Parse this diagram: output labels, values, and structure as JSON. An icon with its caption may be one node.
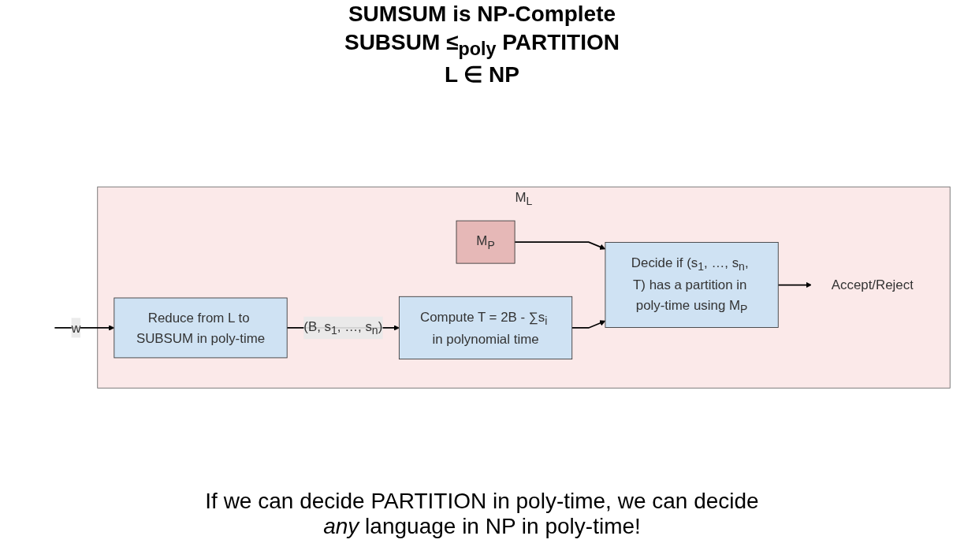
{
  "diagram": {
    "title": "SUMSUM is NP-Complete",
    "nodes": [
      {
        "text": [
          "M$_{L}$"
        ]
      },
      {
        "text": [
          "Reduce from L to SUBSUM in poly-time"
        ],
        "in": 0
      },
      {
        "text": [
          "Compute T = 2B - ∑s$_{i}$ in polynomial time"
        ],
        "in": 0
      },
      {
        "text": [
          "M$_{P}$"
        ],
        "in": 0
      },
      {
        "text": [
          "Decide if (s$_{1}$, …, s$_{n}$, T) has a partition in poly-time using M$_{P}$"
        ],
        "in": 0
      },
      {
        "text": [
          "Accept/Reject"
        ],
        "in": 0
      }
    ],
    "edges": [
      {
        "from": null,
        "to": 1,
        "arrow": "to",
        "label": "w"
      },
      {
        "from": 1,
        "to": 2,
        "arrow": "to",
        "label": "(B, s$_{1}$, …, s$_{n}$)"
      },
      {
        "from": 3,
        "to": 4,
        "arrow": "to"
      },
      {
        "from": 2,
        "to": 4,
        "arrow": "to"
      },
      {
        "from": 4,
        "to": 5,
        "arrow": "to"
      }
    ],
    "labels": [
      "SUBSUM ≤$_{poly}$ PARTITION",
      "L ∈ NP"
    ],
    "caption": "If we can decide PARTITION in poly-time, we can decide *any* language in NP in poly-time!"
  }
}
